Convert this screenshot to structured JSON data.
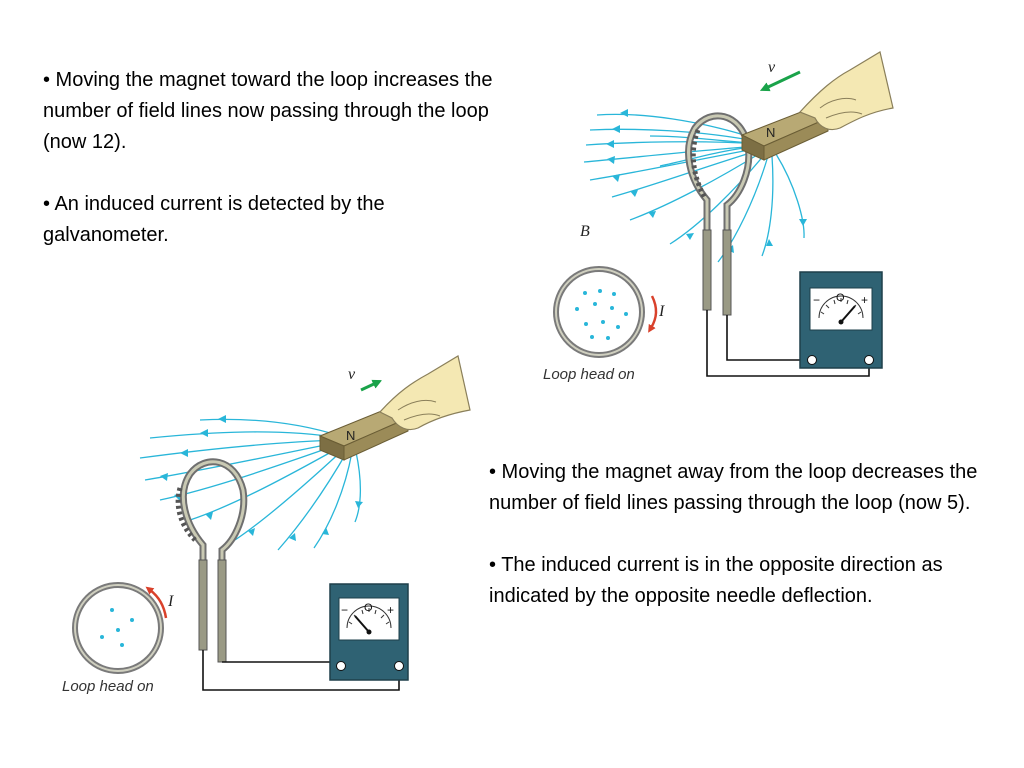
{
  "text_blocks": {
    "top_left": [
      "• Moving the magnet toward the loop increases the number of field lines now passing through the loop (now 12).",
      "• An induced current is detected by the galvanometer."
    ],
    "bottom_right": [
      "• Moving the magnet away from the loop decreases the number of field lines passing through the loop (now 5).",
      "• The induced current is in the opposite direction as indicated by the opposite needle deflection."
    ]
  },
  "diagram_top": {
    "velocity_label": "v",
    "field_label": "B",
    "magnet_pole": "N",
    "current_label": "I",
    "loop_caption": "Loop head on",
    "meter_minus": "−",
    "meter_zero": "O",
    "meter_plus": "+",
    "dots_in_loop": 12
  },
  "diagram_bottom": {
    "velocity_label": "v",
    "magnet_pole": "N",
    "current_label": "I",
    "loop_caption": "Loop head on",
    "meter_minus": "−",
    "meter_zero": "O",
    "meter_plus": "+",
    "dots_in_loop": 5
  },
  "colors": {
    "field_lines": "#29b6d9",
    "velocity_arrow": "#1aa34a",
    "current_arrow": "#d9412b",
    "meter_body": "#2f6273",
    "magnet": "#9b8b58",
    "hand": "#f4e8b3"
  }
}
